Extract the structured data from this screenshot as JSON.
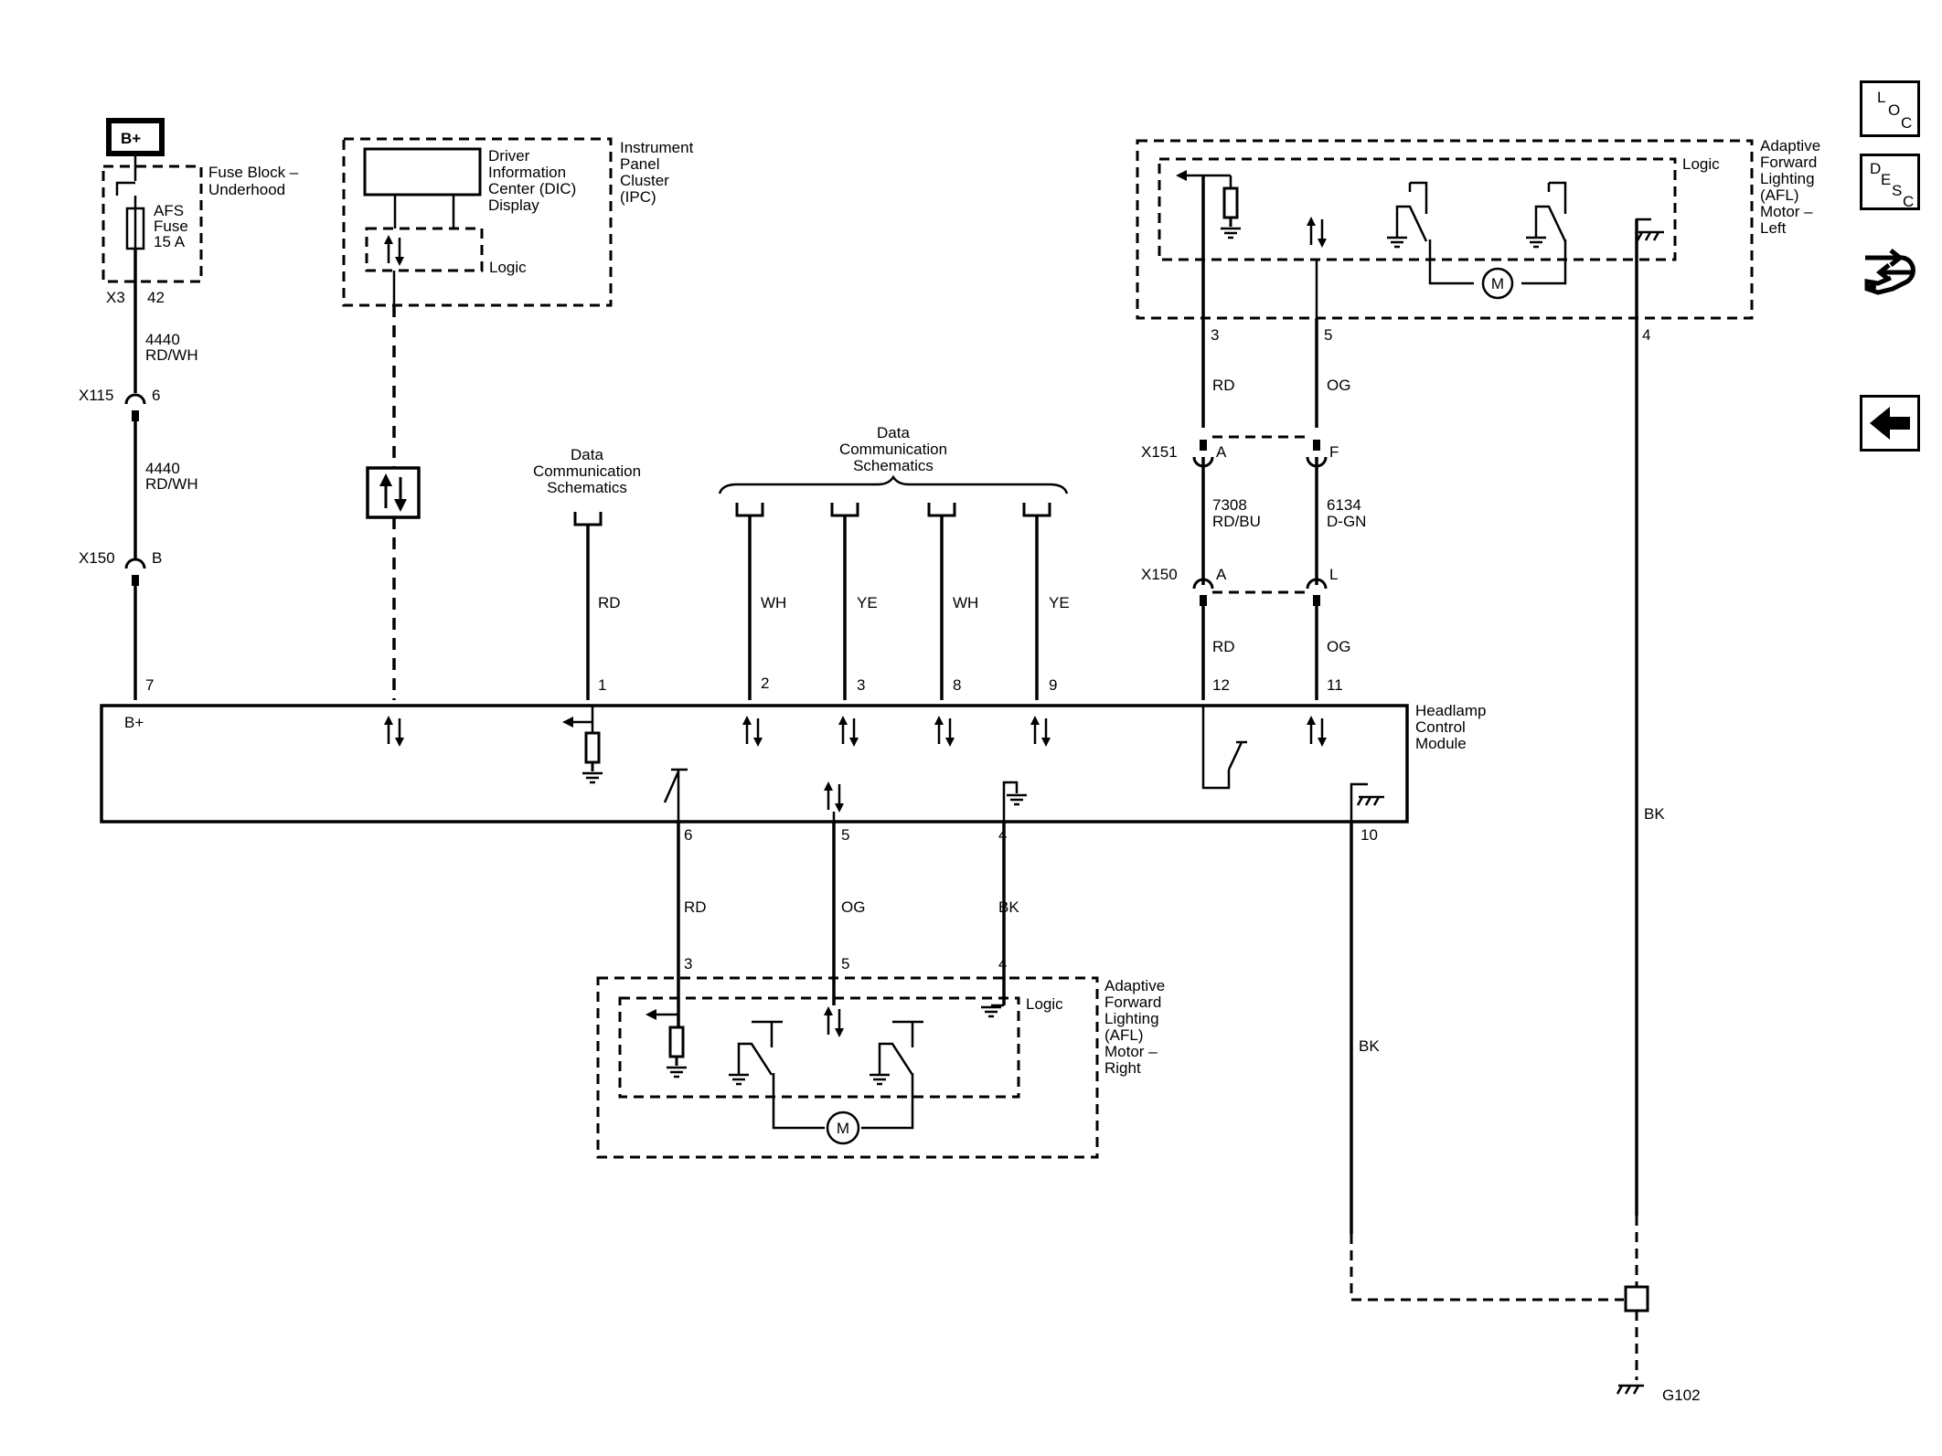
{
  "toolbar": {
    "loc": [
      "L",
      "O",
      "C"
    ],
    "desc": [
      "D",
      "E",
      "S",
      "C"
    ]
  },
  "fuse_block": {
    "bplus": "B+",
    "name_1": "Fuse Block –",
    "name_2": "Underhood",
    "fuse_1": "AFS",
    "fuse_2": "Fuse",
    "fuse_3": "15 A",
    "conn": "X3",
    "pin": "42"
  },
  "feed": {
    "circuit": "4440",
    "color": "RD/WH",
    "x115": "X115",
    "x115_pin": "6",
    "x150": "X150",
    "x150_pin": "B"
  },
  "ipc": {
    "dic_1": "Driver",
    "dic_2": "Information",
    "dic_3": "Center (DIC)",
    "dic_4": "Display",
    "logic": "Logic",
    "name_1": "Instrument",
    "name_2": "Panel",
    "name_3": "Cluster",
    "name_4": "(IPC)"
  },
  "data_comm": {
    "line_1": "Data",
    "line_2": "Communication",
    "line_3": "Schematics"
  },
  "hcm": {
    "name_1": "Headlamp",
    "name_2": "Control",
    "name_3": "Module",
    "bplus": "B+",
    "top_pins": {
      "p7": "7",
      "p1": "1",
      "p2": "2",
      "p3": "3",
      "p8": "8",
      "p9": "9",
      "p12": "12",
      "p11": "11"
    },
    "bottom_pins": {
      "p6": "6",
      "p5": "5",
      "p4": "4",
      "p10": "10"
    }
  },
  "wires": {
    "rd": "RD",
    "wh": "WH",
    "ye": "YE",
    "og": "OG",
    "bk": "BK",
    "c7308": "7308",
    "c7308_color": "RD/BU",
    "c6134": "6134",
    "c6134_color": "D-GN"
  },
  "connectors": {
    "x151": "X151",
    "x150": "X150",
    "x151_a": "A",
    "x151_f": "F",
    "x150_a": "A",
    "x150_l": "L"
  },
  "afl_left": {
    "name_1": "Adaptive",
    "name_2": "Forward",
    "name_3": "Lighting",
    "name_4": "(AFL)",
    "name_5": "Motor –",
    "name_6": "Left",
    "logic": "Logic",
    "motor": "M",
    "pin3": "3",
    "pin5": "5",
    "pin4": "4"
  },
  "afl_right": {
    "name_1": "Adaptive",
    "name_2": "Forward",
    "name_3": "Lighting",
    "name_4": "(AFL)",
    "name_5": "Motor –",
    "name_6": "Right",
    "logic": "Logic",
    "motor": "M",
    "pin3": "3",
    "pin5": "5",
    "pin4": "4"
  },
  "ground": {
    "name": "G102"
  }
}
